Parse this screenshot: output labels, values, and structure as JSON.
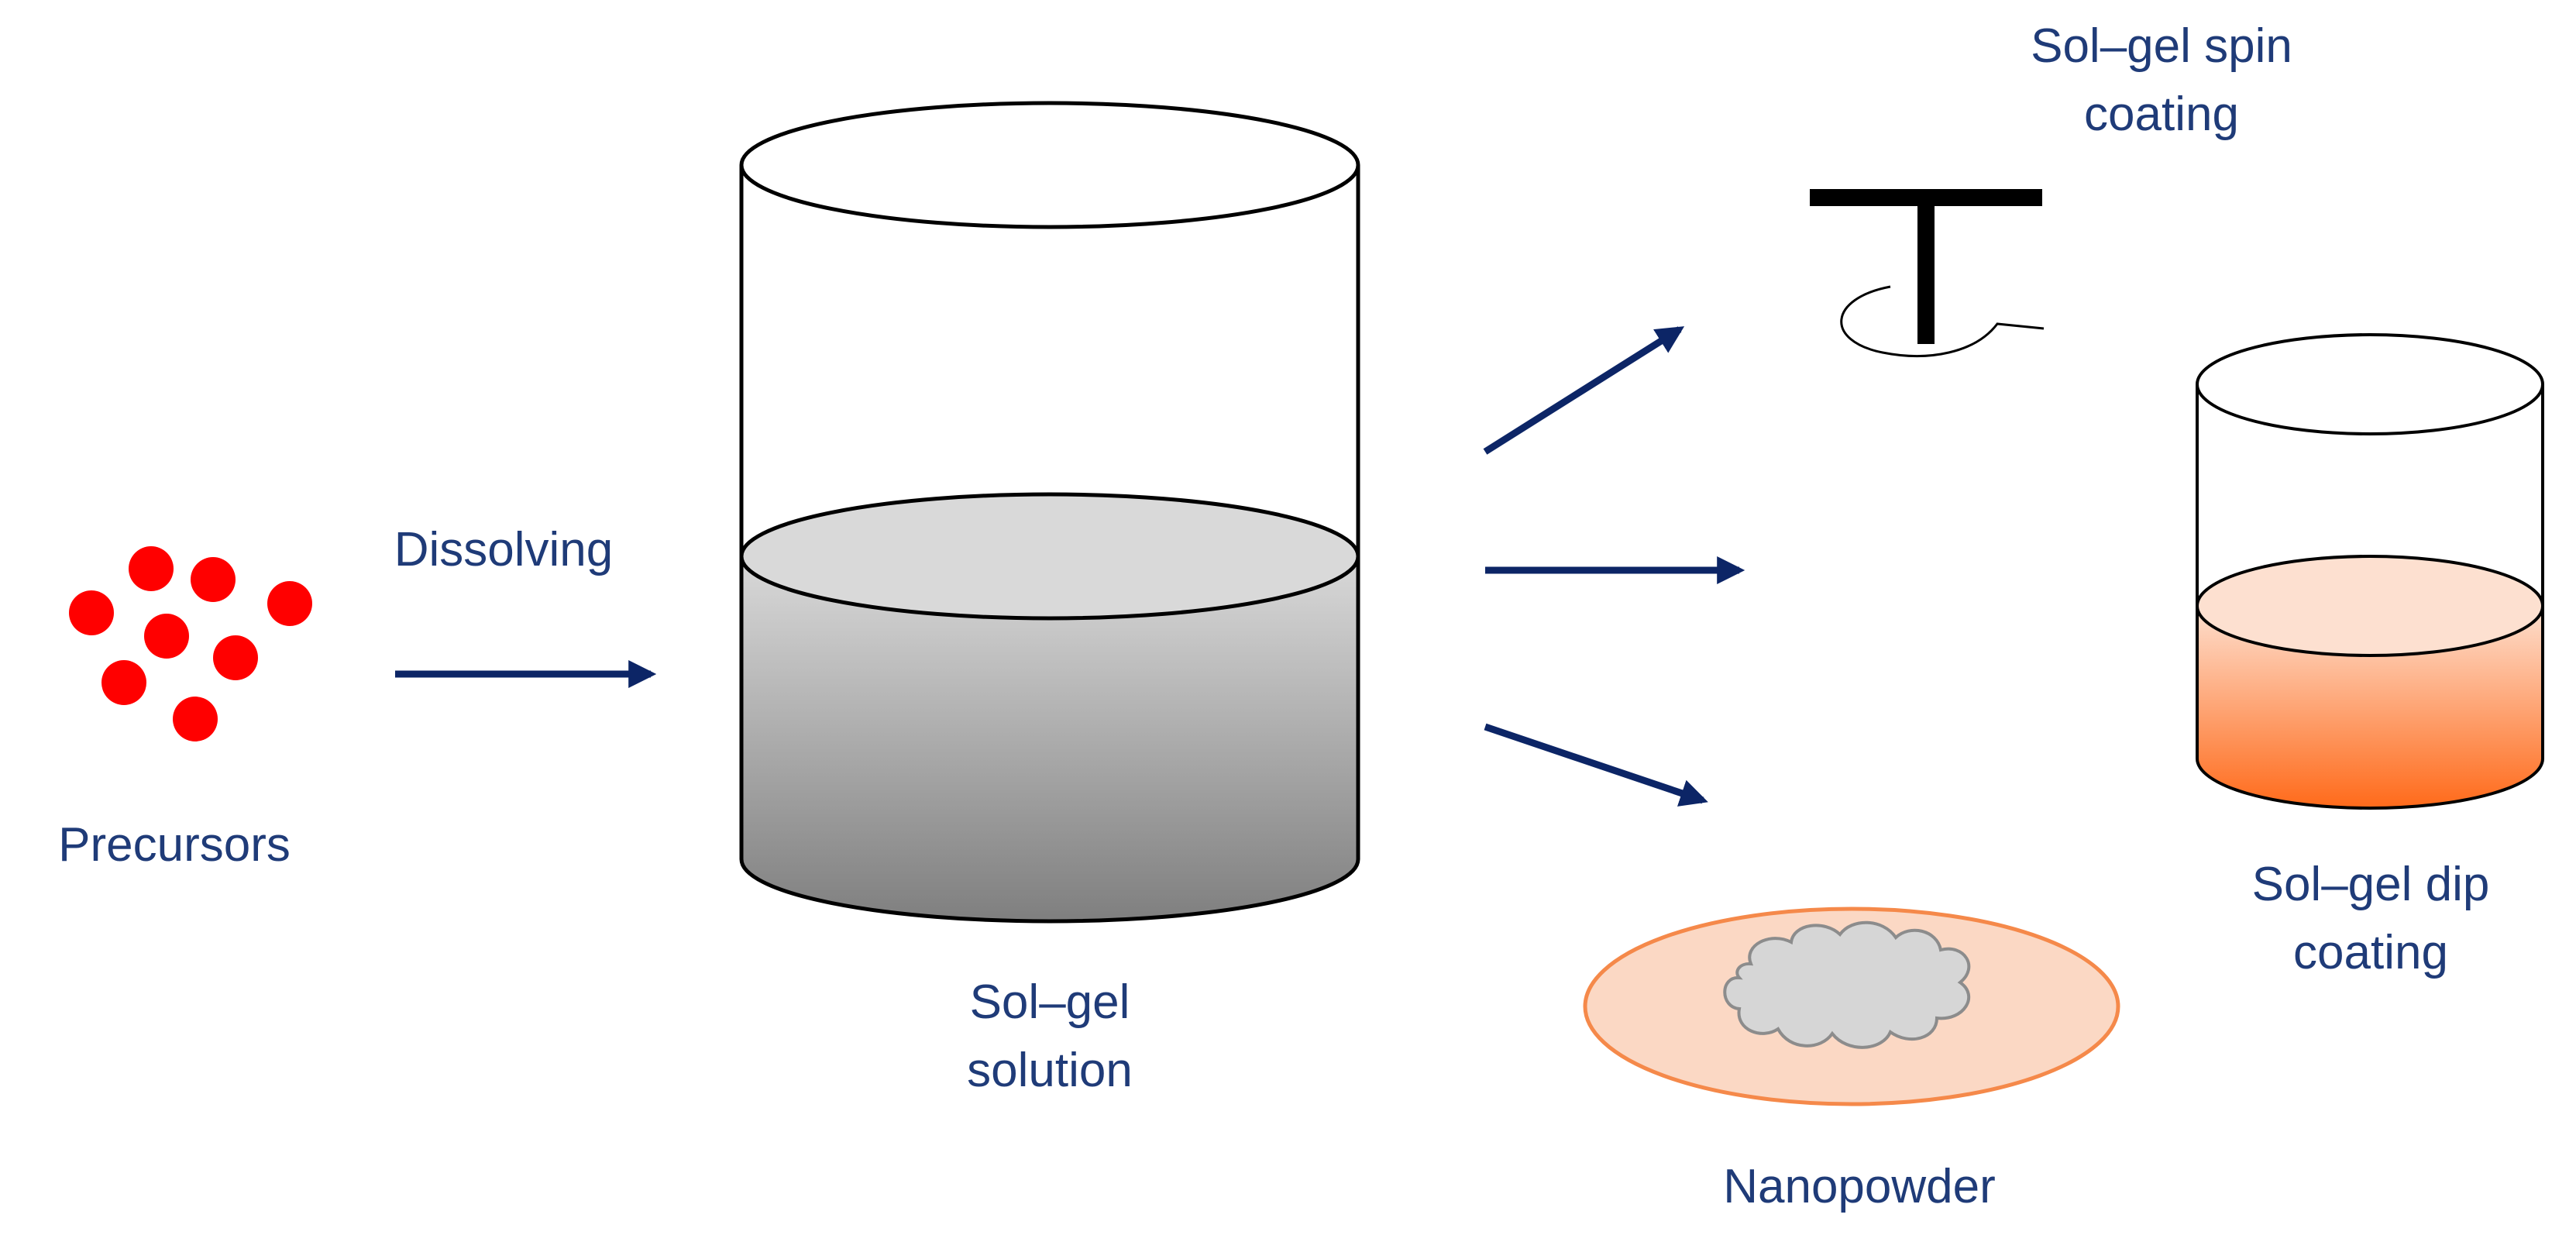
{
  "labels": {
    "precursors": "Precursors",
    "dissolving": "Dissolving",
    "solgel_solution": [
      "Sol–gel",
      "solution"
    ],
    "spin_coating": [
      "Sol–gel spin",
      "coating"
    ],
    "dip_coating": [
      "Sol–gel dip",
      "coating"
    ],
    "nanopowder": "Nanopowder"
  },
  "colors": {
    "text": "#1f3b78",
    "arrow": "#0c2566",
    "precursor_dot": "#ff0000",
    "solution_gradient": [
      "#d9d9d9",
      "#7f7f7f"
    ],
    "dip_gradient": [
      "#fde0d0",
      "#ff6a1a"
    ],
    "dish_fill": "#fbd8c4",
    "dish_stroke": "#f5894a",
    "cloud_fill": "#d6d6d6",
    "cloud_stroke": "#8c8c8c"
  },
  "icons": [
    "precursor-dots",
    "flow-arrow",
    "beaker",
    "spin-coater-icon",
    "rotation-arrow-icon",
    "petri-dish",
    "nanopowder-cloud"
  ]
}
